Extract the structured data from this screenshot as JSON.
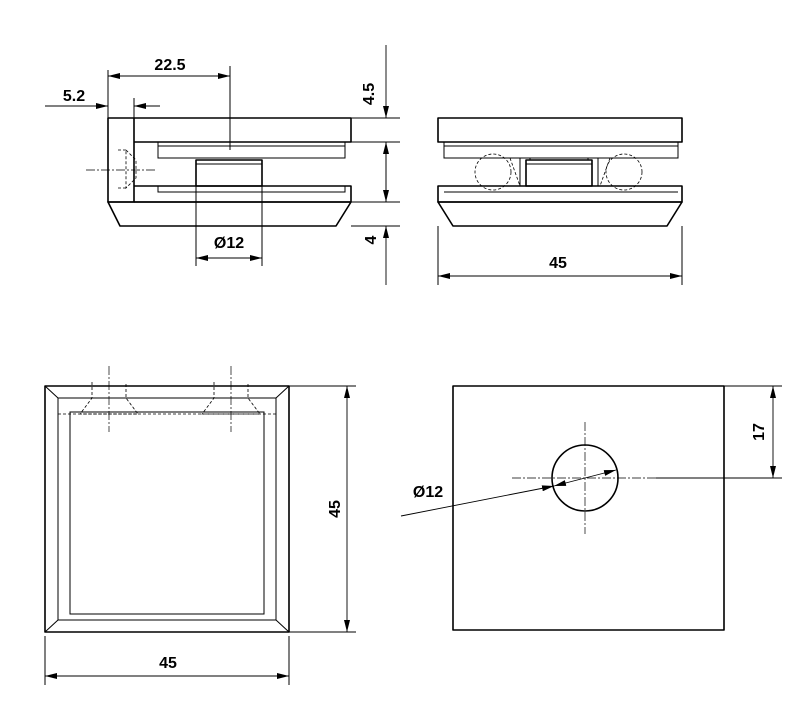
{
  "dimensions": {
    "side_depth_22_5": "22.5",
    "side_offset_5_2": "5.2",
    "side_top_4_5": "4.5",
    "side_bottom_4": "4",
    "side_hole_dia": "Ø12",
    "front_width_45": "45",
    "bottom_width_45": "45",
    "bottom_height_45": "45",
    "plate_hole_dia": "Ø12",
    "plate_hole_offset_17": "17"
  }
}
